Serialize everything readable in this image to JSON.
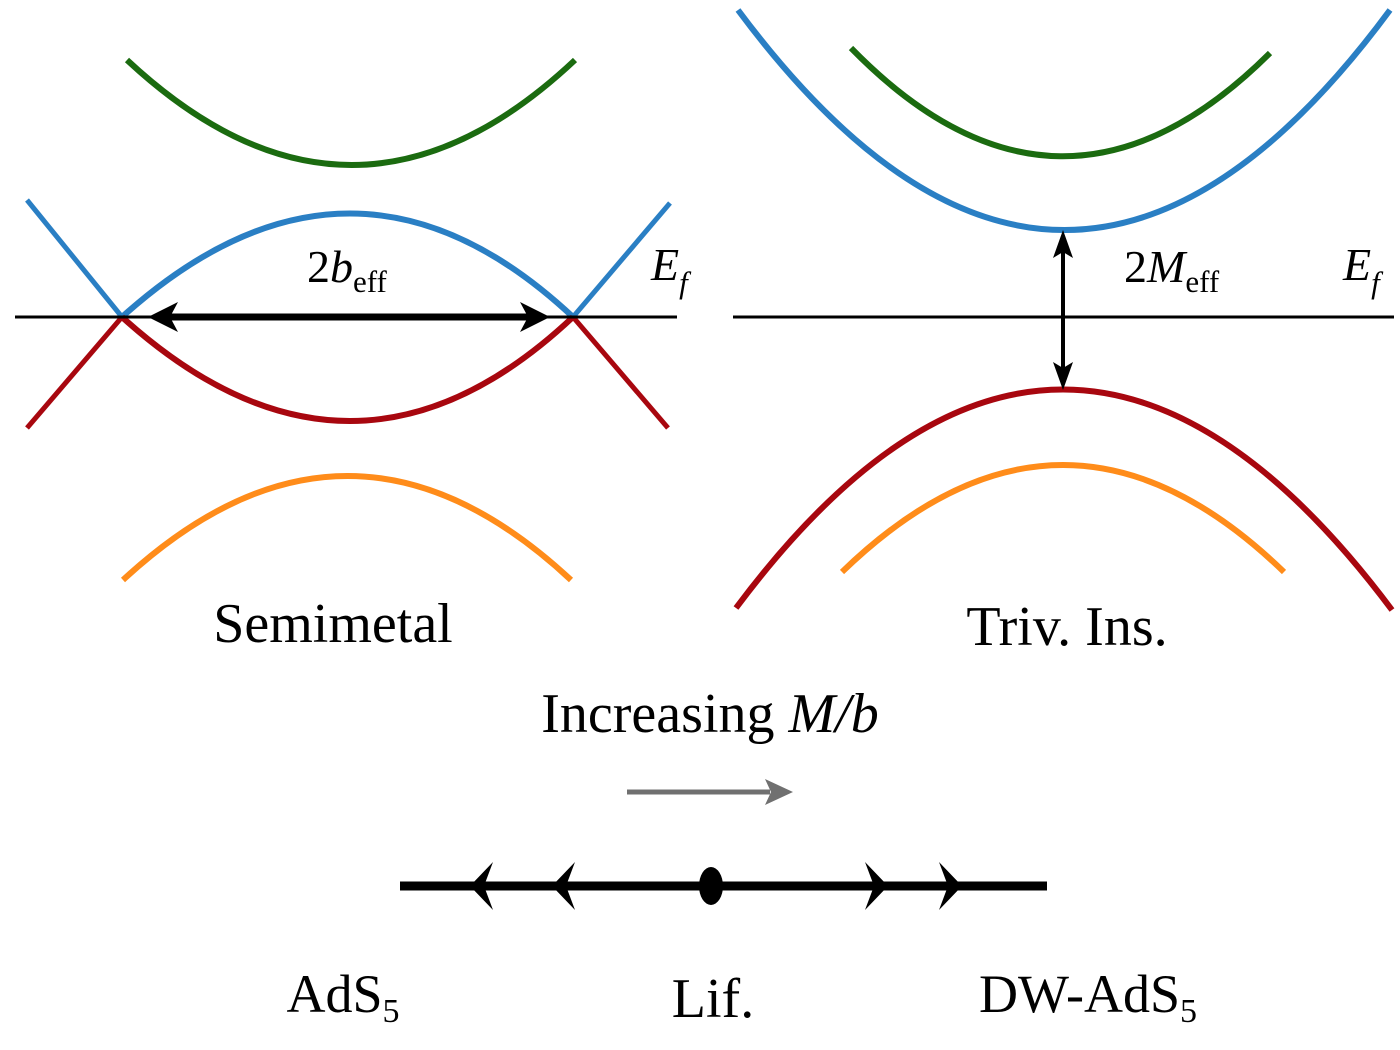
{
  "colors": {
    "green": "#1b6b10",
    "blue": "#2a7fc4",
    "red": "#a8070f",
    "orange": "#ff8c1a",
    "black": "#000000",
    "gray": "#707070"
  },
  "left_panel": {
    "caption": "Semimetal",
    "fermi_label": {
      "base": "E",
      "sub": "f"
    },
    "separation_label": {
      "prefix": "2",
      "var": "b",
      "sub": "eff"
    }
  },
  "right_panel": {
    "caption": "Triv. Ins.",
    "fermi_label": {
      "base": "E",
      "sub": "f"
    },
    "gap_label": {
      "prefix": "2",
      "var": "M",
      "sub": "eff"
    }
  },
  "flow": {
    "label_text": "Increasing",
    "label_math": "M/b",
    "fixed_points": [
      {
        "base": "AdS",
        "sub": "5"
      },
      {
        "base": "Lif.",
        "sub": ""
      },
      {
        "base": "DW-AdS",
        "sub": "5"
      }
    ]
  }
}
